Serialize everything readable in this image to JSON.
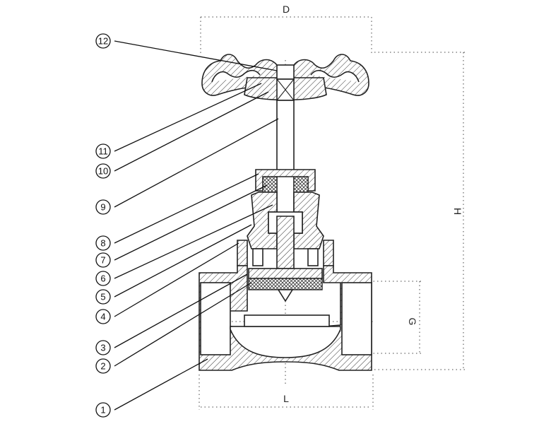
{
  "dimensions": {
    "D": "D",
    "H": "H",
    "G": "G",
    "L": "L"
  },
  "callouts": [
    "1",
    "2",
    "3",
    "4",
    "5",
    "6",
    "7",
    "8",
    "9",
    "10",
    "11",
    "12"
  ]
}
